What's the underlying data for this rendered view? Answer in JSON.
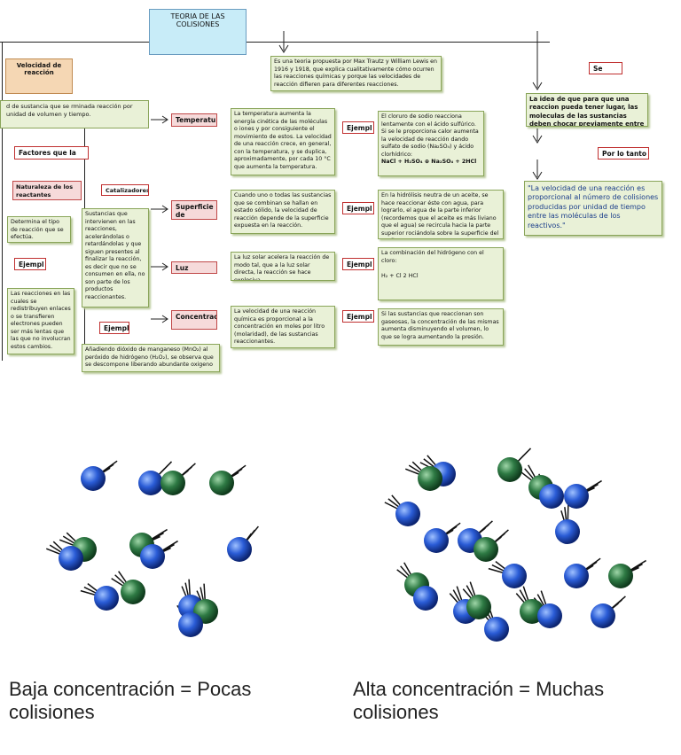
{
  "title": "TEORIA DE LAS COLISIONES",
  "intro_text": "Es una teoria propuesta por Max Trautz y William Lewis en 1916 y 1918, que explica cualitativamente cómo ocurren las reacciones químicas y porque las velocidades de reacción difieren para diferentes reacciones.",
  "velocidad_label": "Velocidad de reacción",
  "velocidad_def": "d de sustancia que se rminada reacción por unidad de volumen y tiempo.",
  "factores_label": "Factores que la",
  "naturaleza_label": "Naturaleza de los reactantes",
  "naturaleza_text": "Determina el tipo de reacción que se efectúa.",
  "ejemplo_short": "Ejempl",
  "ejemplo_naturaleza_text": "Las reacciones en las cuales se redistribuyen enlaces o se transfieren electrones pueden ser más lentas que las que no involucran estos cambios.",
  "catalizadores_label": "Catalizadores",
  "catalizadores_text": "Sustancias que intervienen en las reacciones, acelerándolas o retardándolas y que siguen presentes al finalizar la reacción, es decir que no se consumen en ella, no son parte de los productos reaccionantes.",
  "catalizadores_ejemplo": "Añadiendo dióxido de manganeso (MnO₂) al peróxido de hidrógeno (H₂O₂), se observa que se descompone liberando abundante oxigeno",
  "temperatura_label": "Temperatu",
  "temperatura_text": "La temperatura aumenta la energía cinética de las moléculas o iones y por consiguiente el movimiento de estos. La velocidad de una reacción crece, en general, con la temperatura, y se duplica, aproximadamente, por cada 10 °C que aumenta la temperatura.",
  "temperatura_ejemplo": "El cloruro de sodio reacciona lentamente con el ácido sulfúrico. Si se le proporciona calor aumenta la velocidad de reacción dando sulfato de sodio (Na₂SO₄) y ácido clorhídrico:",
  "temperatura_formula": "NaCl + H₂SO₄ ⊕ Na₂SO₄ + 2HCl",
  "superficie_label": "Superficie de",
  "superficie_text": "Cuando uno o todas las sustancias que se combinan se hallan en estado sólido, la velocidad de reacción depende de la superficie expuesta en la reacción.",
  "superficie_ejemplo": "En la hidrólisis neutra de un aceite, se hace reaccionar éste con agua, para lograrlo, el agua de la parte inferior (recordemos que el aceite es más liviano que el agua) se recircula hacia la parte superior rociándola sobre la superficie del aceite.",
  "luz_label": "Luz",
  "luz_text": "La luz solar acelera la reacción de modo tal, que a la luz solar directa, la reacción se hace explosiva.",
  "luz_ejemplo": "La combinación del hidrógeno con el cloro:",
  "luz_formula": "H₂ + Cl         2 HCl",
  "concentracion_label": "Concentración",
  "concentracion_text": "La velocidad de una reacción química es proporcional a la concentración en moles por litro (molaridad), de las sustancias reaccionantes.",
  "concentracion_ejemplo": "Si las sustancias que reaccionan son gaseosas, la concentración de las mismas aumenta disminuyendo el volumen, lo que se logra aumentando la presión.",
  "se_label": "Se",
  "right_text": "La idea de que para que una reaccion pueda tener lugar, las moleculas de las sustancias deben chocar previamente entre si",
  "por_lo_tanto": "Por lo tanto",
  "conclusion": "\"La velocidad de una reacción es proporcional al número de colisiones producidas por unidad de tiempo entre las moléculas de los reactivos.\"",
  "caption_left": "Baja concentración = Pocas colisiones",
  "caption_right": "Alta concentración = Muchas colisiones",
  "colors": {
    "box_green": "#e9f1d7",
    "box_pink": "#f6dada",
    "title_blue": "#c8ecf8",
    "molecule_blue": "#2a5cd6",
    "molecule_green": "#2e7a44"
  }
}
